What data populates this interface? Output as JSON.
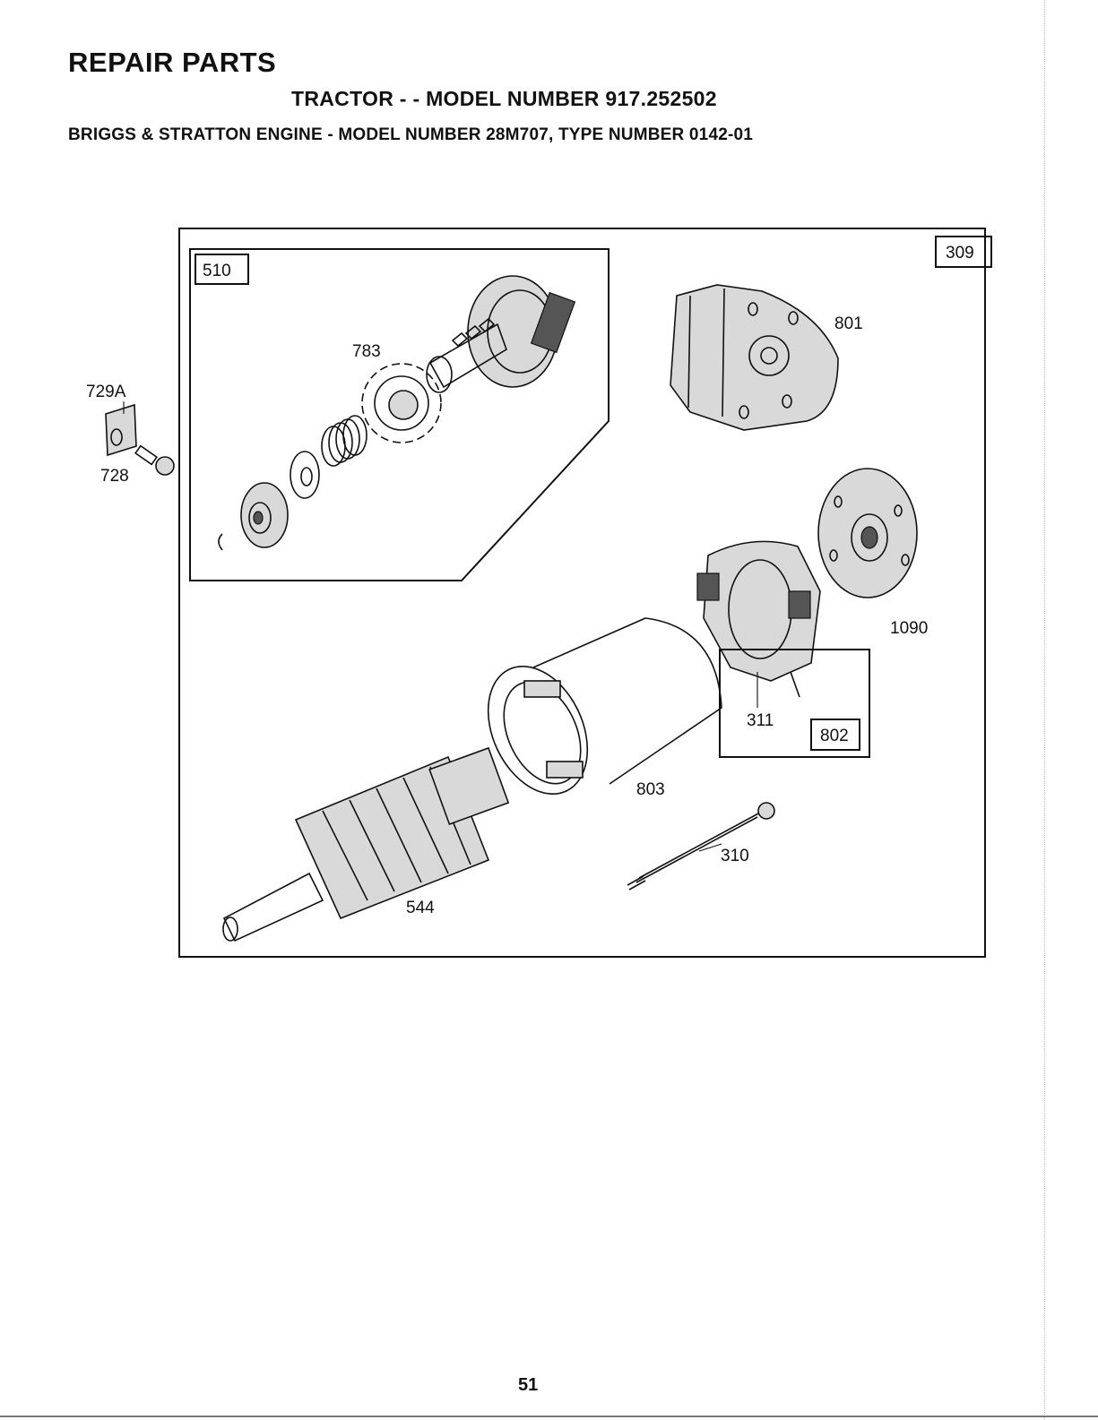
{
  "header": {
    "title": "REPAIR PARTS",
    "tractor_line": "TRACTOR - - MODEL NUMBER 917.252502",
    "engine_line": "BRIGGS & STRATTON ENGINE - MODEL NUMBER 28M707, TYPE NUMBER 0142-01"
  },
  "diagram": {
    "box_labels": {
      "main_box": "309",
      "drive_box": "510",
      "brush_box": "802"
    },
    "callouts": {
      "p729a": "729A",
      "p728": "728",
      "p783": "783",
      "p801": "801",
      "p1090": "1090",
      "p311": "311",
      "p803": "803",
      "p310": "310",
      "p544": "544"
    }
  },
  "footer": {
    "page_number": "51"
  }
}
